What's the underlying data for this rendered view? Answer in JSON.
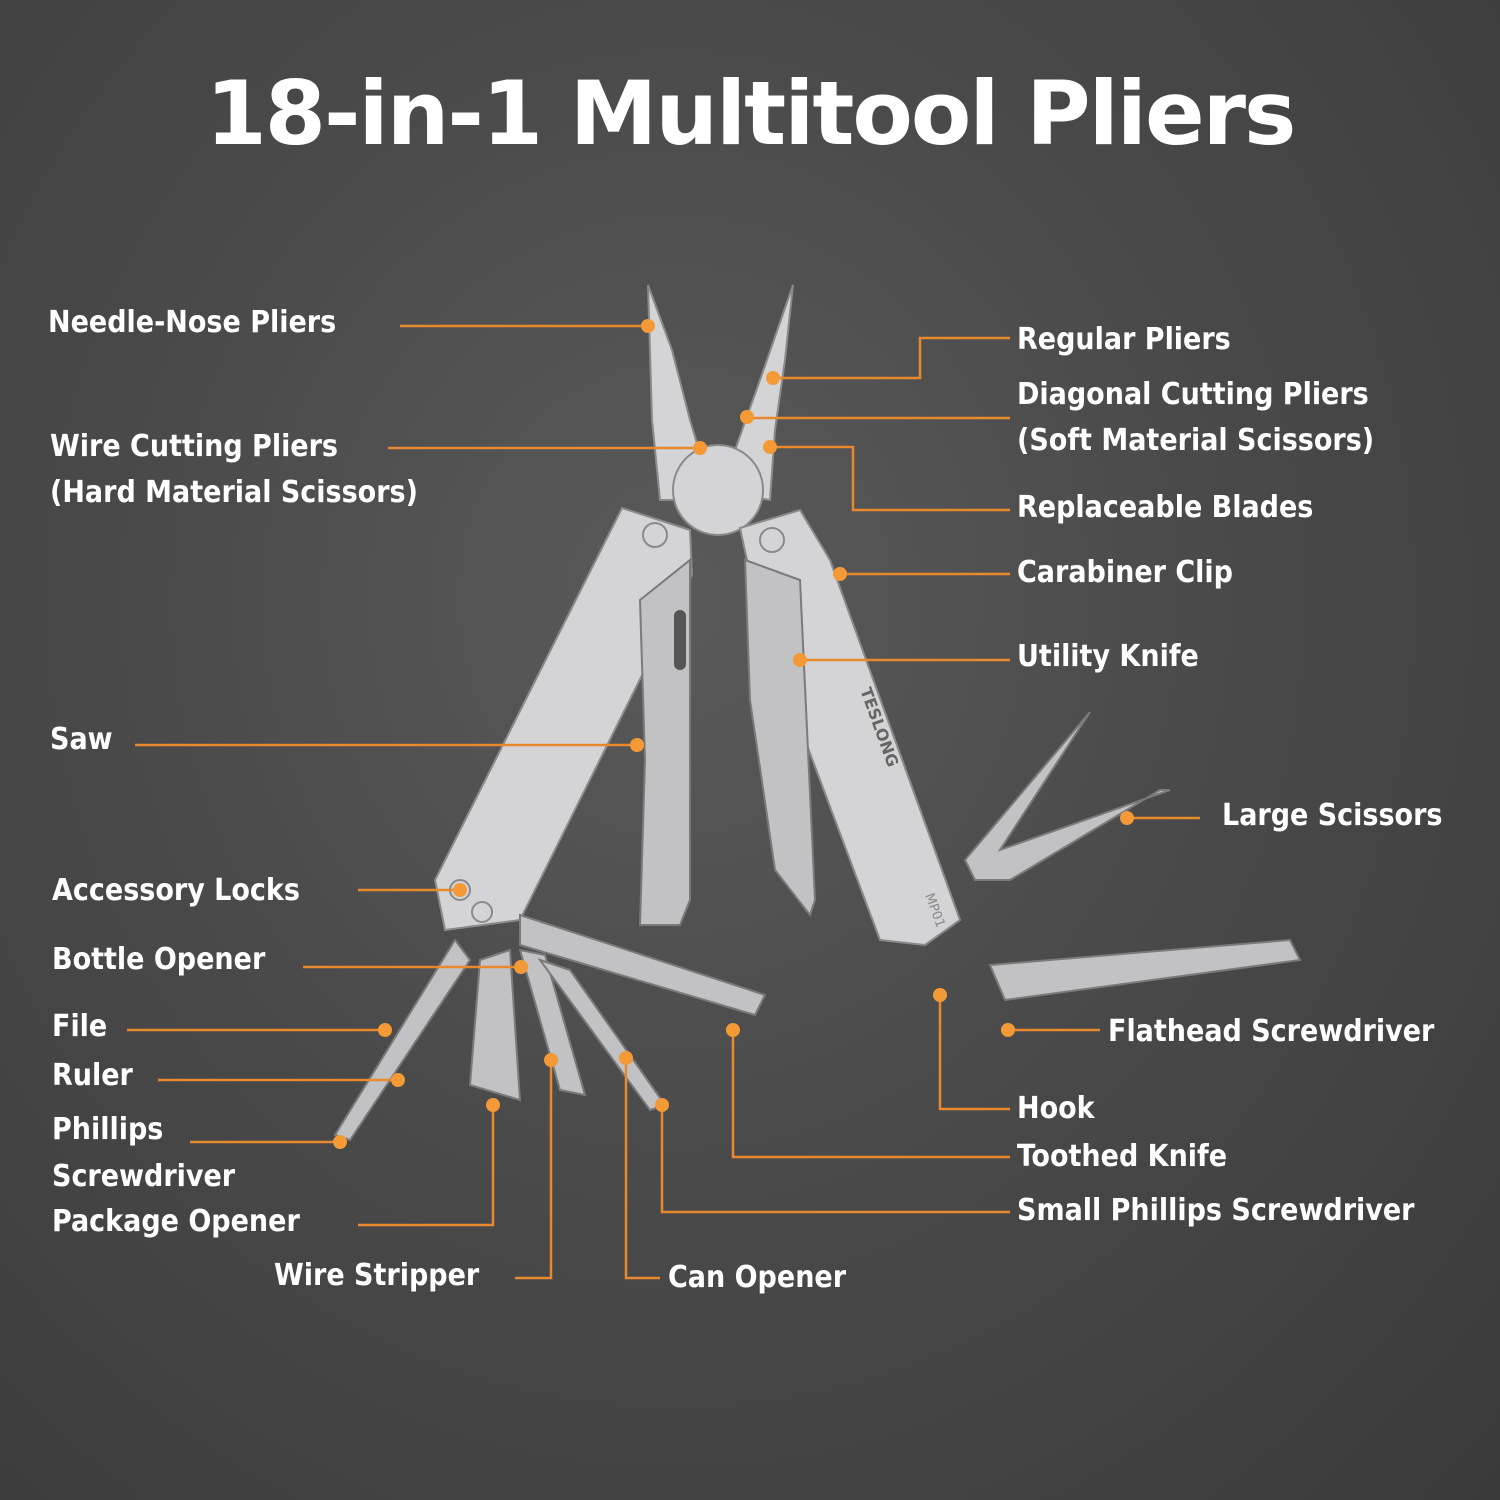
{
  "title": "18-in-1 Multitool Pliers",
  "brand_mark": "TESLONG",
  "model_mark": "MP01",
  "accent_color": "#e8892f",
  "labels": {
    "needle_nose": "Needle-Nose Pliers",
    "wire_cutting_1": "Wire Cutting Pliers",
    "wire_cutting_2": "(Hard Material Scissors)",
    "saw": "Saw",
    "accessory_locks": "Accessory Locks",
    "bottle_opener": "Bottle Opener",
    "file": "File",
    "ruler": "Ruler",
    "phillips_1": "Phillips",
    "phillips_2": "Screwdriver",
    "package_opener": "Package Opener",
    "wire_stripper": "Wire Stripper",
    "can_opener": "Can Opener",
    "regular_pliers": "Regular Pliers",
    "diagonal_1": "Diagonal Cutting Pliers",
    "diagonal_2": "(Soft Material Scissors)",
    "replaceable_blades": "Replaceable Blades",
    "carabiner": "Carabiner Clip",
    "utility_knife": "Utility Knife",
    "large_scissors": "Large Scissors",
    "flathead": "Flathead Screwdriver",
    "hook": "Hook",
    "toothed_knife": "Toothed Knife",
    "small_phillips": "Small Phillips Screwdriver"
  }
}
